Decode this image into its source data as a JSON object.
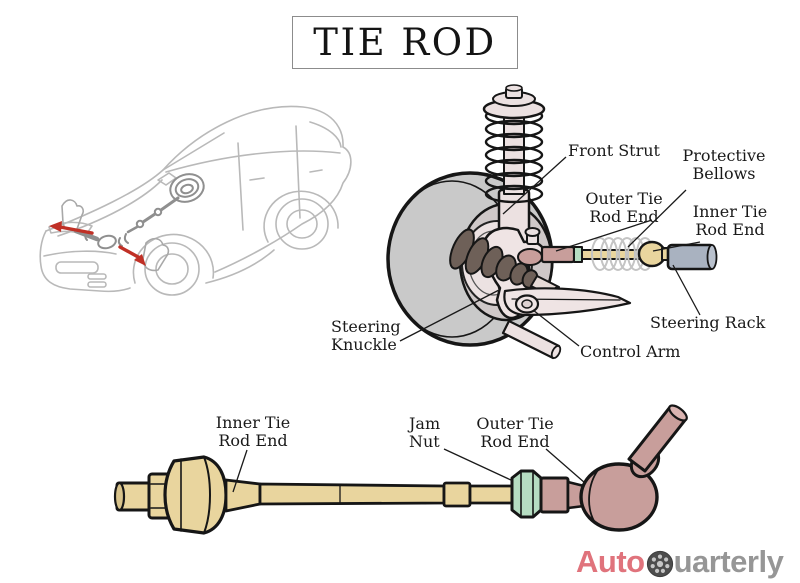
{
  "title": "TIE ROD",
  "labels": {
    "suspension": {
      "front_strut": "Front Strut",
      "protective_bellows": "Protective Bellows",
      "outer_tie_rod_end": "Outer Tie Rod End",
      "inner_tie_rod_end": "Inner Tie Rod End",
      "steering_rack": "Steering Rack",
      "control_arm": "Control Arm",
      "steering_knuckle": "Steering Knuckle"
    },
    "part": {
      "inner_tie_rod_end": "Inner Tie Rod End",
      "jam_nut": "Jam Nut",
      "outer_tie_rod_end": "Outer Tie Rod End"
    }
  },
  "logo": {
    "prefix": "Auto",
    "suffix": "uarterly",
    "icon": "wheel-icon"
  },
  "colors": {
    "rod_tan": "#e9d59e",
    "tie_rod_end_mauve": "#c89e9b",
    "jam_nut_green": "#b6ddc2",
    "steering_rack_gray": "#a9b2c0",
    "tire_gray": "#c9c9c9",
    "suspension_pink": "#ece1e1",
    "cv_boot_dark": "#6e6058",
    "tie_rod_highlight_red": "#c03026",
    "car_sketch_gray": "#b9b9b9",
    "logo_red": "#e0737c",
    "logo_gray": "#969696",
    "label_ink": "#1a1a1a"
  }
}
